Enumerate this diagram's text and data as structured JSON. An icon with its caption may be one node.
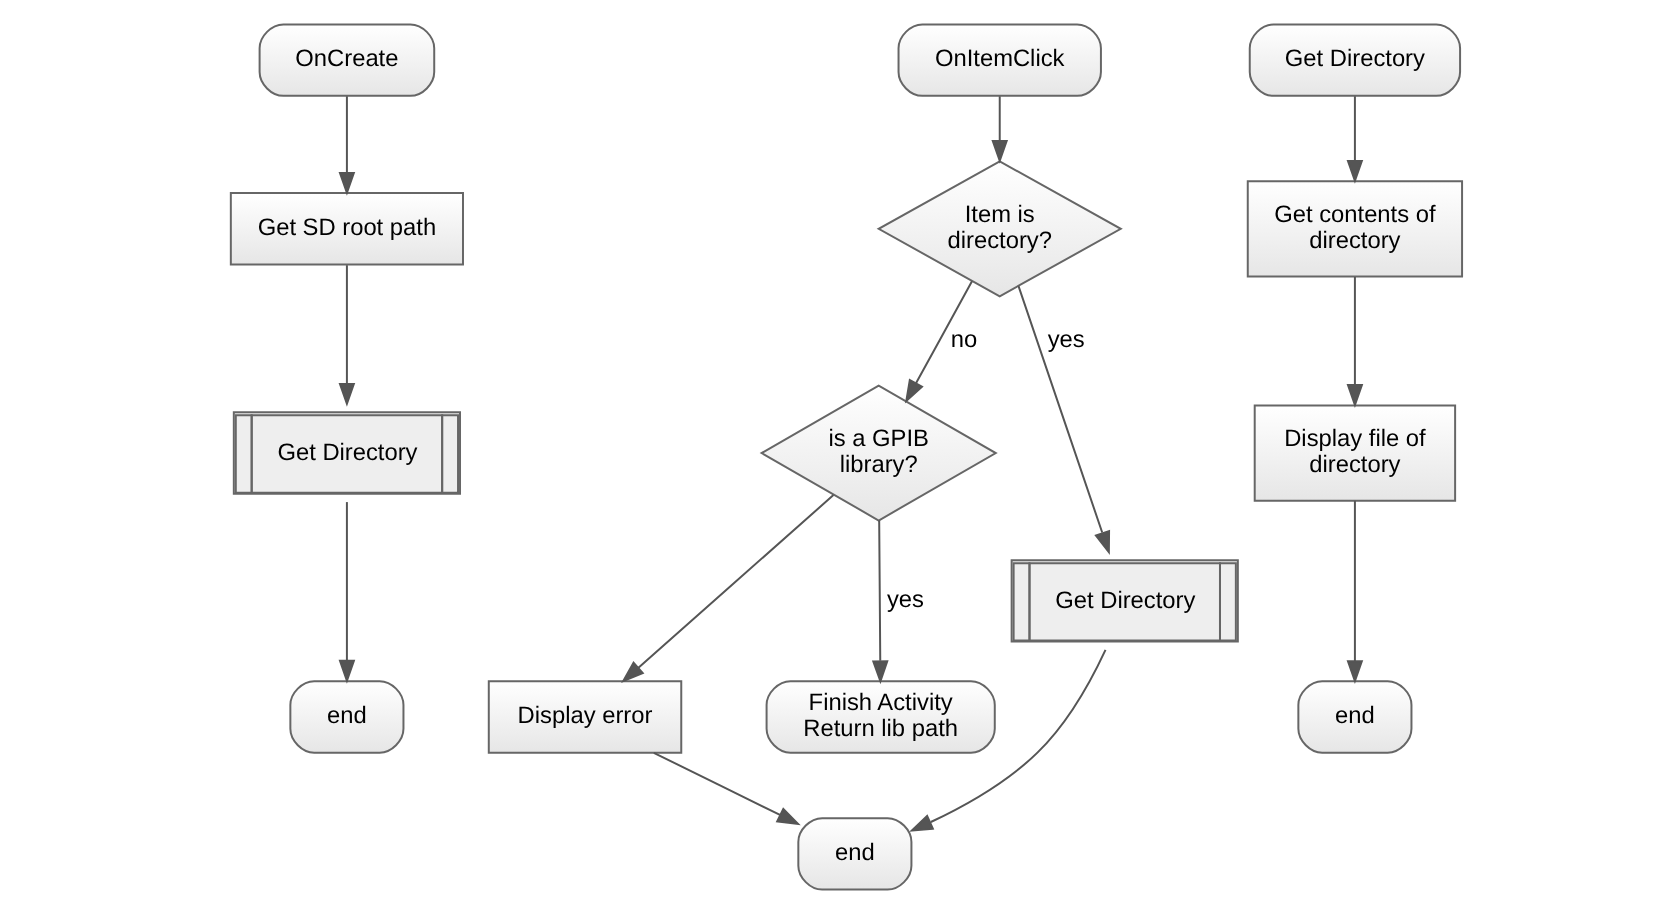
{
  "diagram": {
    "nodes": [
      {
        "text": [
          "OnCreate"
        ]
      },
      {
        "text": [
          "Get SD root path"
        ]
      },
      {
        "text": [
          "Get Directory"
        ]
      },
      {
        "text": [
          "end"
        ]
      },
      {
        "text": [
          "OnItemClick"
        ]
      },
      {
        "text": [
          "Item is directory?"
        ]
      },
      {
        "text": [
          "is a GPIB library?"
        ]
      },
      {
        "text": [
          "Get Directory"
        ]
      },
      {
        "text": [
          "Display error"
        ]
      },
      {
        "text": [
          "end"
        ]
      },
      {
        "text": [
          "Finish Activity Return lib path"
        ]
      },
      {
        "text": [
          "Get Directory"
        ]
      },
      {
        "text": [
          "Get contents of directory"
        ]
      },
      {
        "text": [
          "Display file of directory"
        ]
      },
      {
        "text": [
          "end"
        ]
      }
    ],
    "edges": [
      {
        "from": 0,
        "to": 1,
        "arrow": "to"
      },
      {
        "from": 1,
        "to": 2,
        "arrow": "to"
      },
      {
        "from": 2,
        "to": 3,
        "arrow": "to"
      },
      {
        "from": 4,
        "to": 5,
        "arrow": "to"
      },
      {
        "from": 5,
        "to": 6,
        "arrow": "to",
        "label": "no"
      },
      {
        "from": 5,
        "to": 7,
        "arrow": "to",
        "label": "yes"
      },
      {
        "from": 6,
        "to": 8,
        "arrow": "to"
      },
      {
        "from": 6,
        "to": 10,
        "arrow": "to",
        "label": "yes"
      },
      {
        "from": 7,
        "to": 9,
        "arrow": "to"
      },
      {
        "from": 8,
        "to": 9,
        "arrow": "to"
      },
      {
        "from": 11,
        "to": 12,
        "arrow": "to"
      },
      {
        "from": 12,
        "to": 13,
        "arrow": "to"
      },
      {
        "from": 13,
        "to": 14,
        "arrow": "to"
      }
    ]
  }
}
